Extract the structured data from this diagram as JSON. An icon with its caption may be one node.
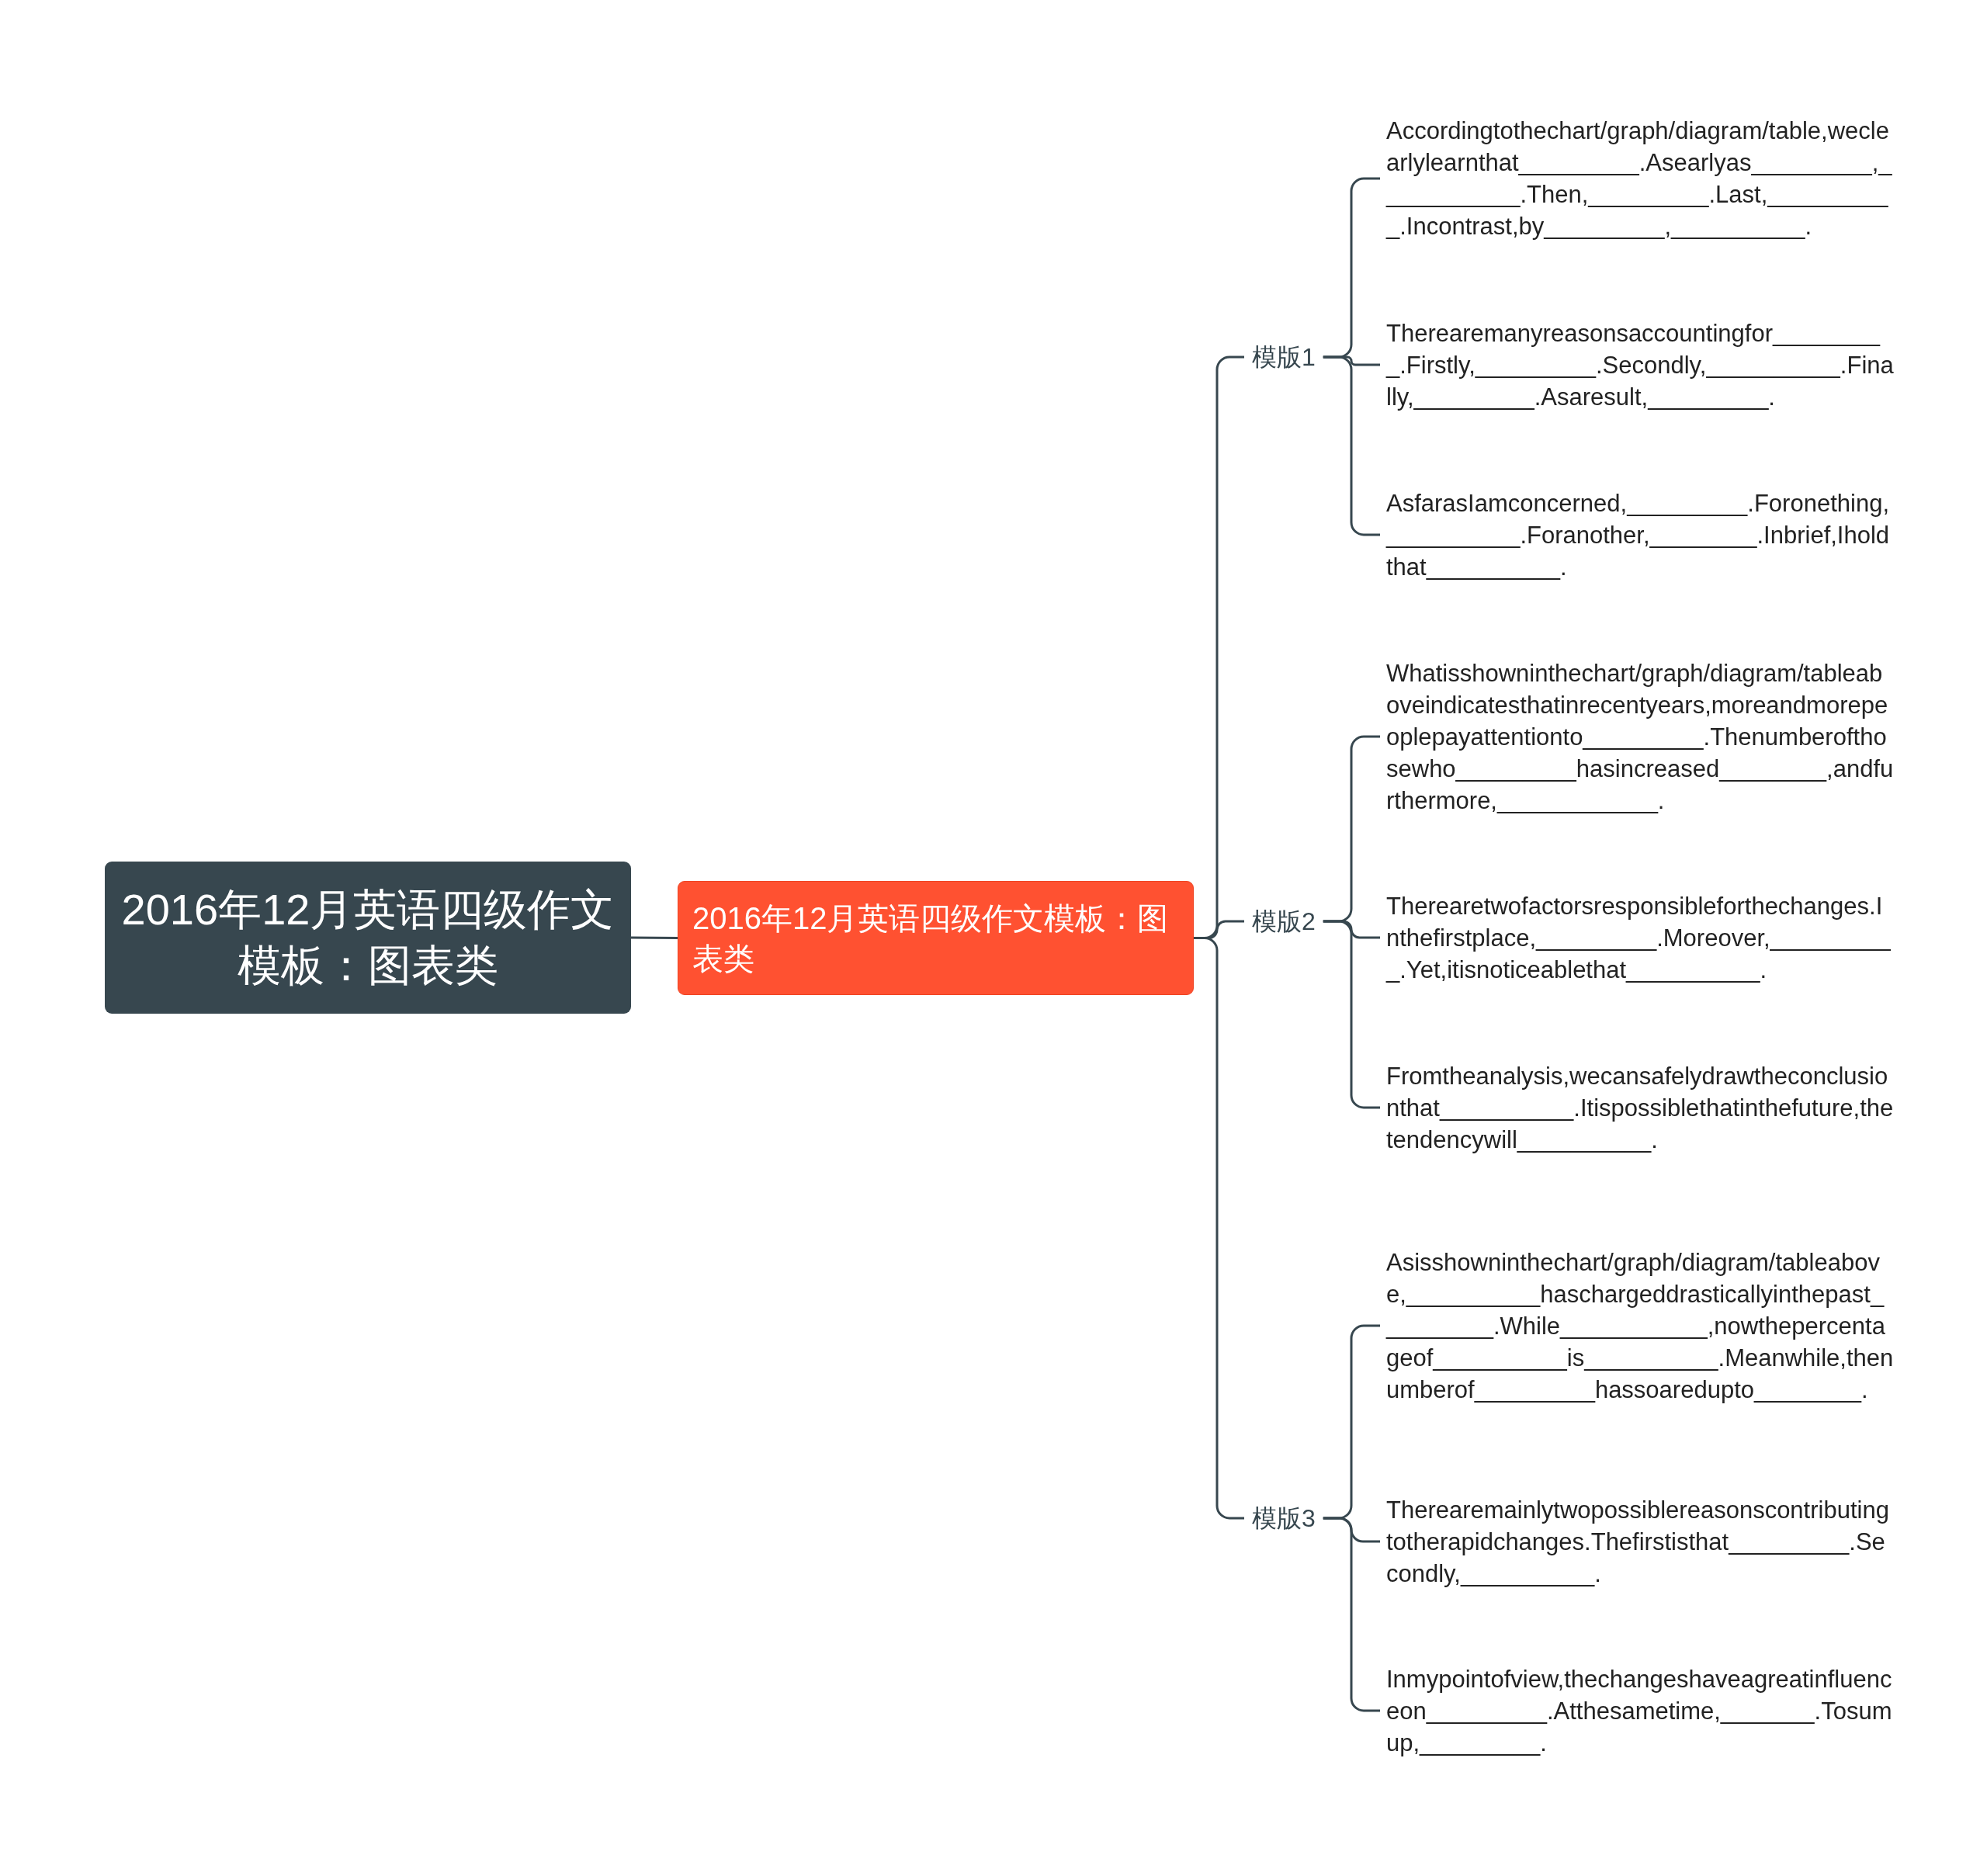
{
  "diagram": {
    "nodes": [
      {
        "text": [
          "2016年12月英语四级作文模板：图表类"
        ]
      },
      {
        "text": [
          "2016年12月英语四级作文模板：图表类"
        ]
      },
      {
        "text": [
          "模版1"
        ]
      },
      {
        "text": [
          "Accordingtothechart/graph/diagram/table,weclearlylearnthat_________.Asearlyas_________,___________.Then,_________.Last,__________.Incontrast,by_________,__________."
        ]
      },
      {
        "text": [
          "Therearemanyreasonsaccountingfor_________.Firstly,_________.Secondly,__________.Finally,_________.Asaresult,_________."
        ]
      },
      {
        "text": [
          "AsfarasIamconcerned,_________.Foronething,__________.Foranother,________.Inbrief,Iholdthat__________."
        ]
      },
      {
        "text": [
          "模版2"
        ]
      },
      {
        "text": [
          "Whatisshowninthechart/graph/diagram/tableaboveindicatesthatinrecentyears,moreandmorepeoplepayattentionto_________.Thenumberofthosewho_________hasincreased________,andfurthermore,____________."
        ]
      },
      {
        "text": [
          "Therearetwofactorsresponsibleforthechanges.Inthefirstplace,_________.Moreover,__________.Yet,itisnoticeablethat__________."
        ]
      },
      {
        "text": [
          "Fromtheanalysis,wecansafelydrawtheconclusionthat__________.Itispossiblethatinthefuture,thetendencywill__________."
        ]
      },
      {
        "text": [
          "模版3"
        ]
      },
      {
        "text": [
          "Asisshowninthechart/graph/diagram/tableabove,__________haschargeddrasticallyinthepast_________.While___________,nowthepercentageof__________is__________.Meanwhile,thenumberof_________hassoaredupto________."
        ]
      },
      {
        "text": [
          "Therearemainlytwopossiblereasonscontributingtotherapidchanges.Thefirstisthat_________.Secondly,__________."
        ]
      },
      {
        "text": [
          "Inmypointofview,thechangeshaveagreatinfluenceon_________.Atthesametime,_______.Tosumup,_________."
        ]
      }
    ],
    "edges": [
      {
        "from": 0,
        "to": 1,
        "arrow": "none"
      },
      {
        "from": 1,
        "to": 2,
        "arrow": "none"
      },
      {
        "from": 2,
        "to": 3,
        "arrow": "none"
      },
      {
        "from": 2,
        "to": 4,
        "arrow": "none"
      },
      {
        "from": 2,
        "to": 5,
        "arrow": "none"
      },
      {
        "from": 1,
        "to": 6,
        "arrow": "none"
      },
      {
        "from": 6,
        "to": 7,
        "arrow": "none"
      },
      {
        "from": 6,
        "to": 8,
        "arrow": "none"
      },
      {
        "from": 6,
        "to": 9,
        "arrow": "none"
      },
      {
        "from": 1,
        "to": 10,
        "arrow": "none"
      },
      {
        "from": 10,
        "to": 11,
        "arrow": "none"
      },
      {
        "from": 10,
        "to": 12,
        "arrow": "none"
      },
      {
        "from": 10,
        "to": 13,
        "arrow": "none"
      }
    ]
  }
}
